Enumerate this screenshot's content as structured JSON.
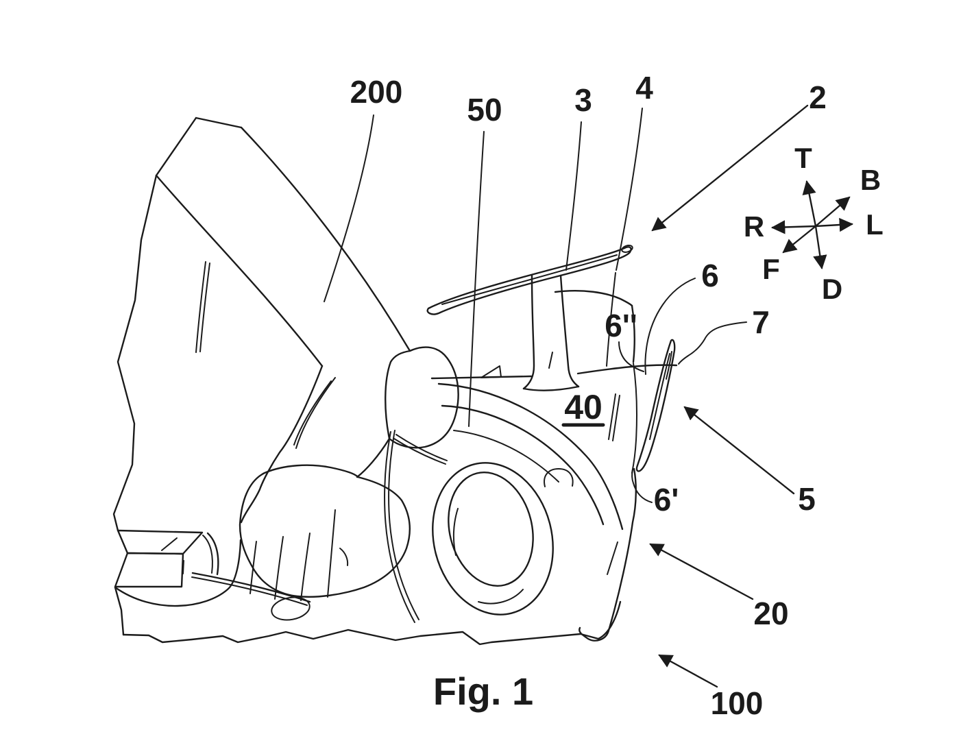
{
  "caption": "Fig. 1",
  "labels": {
    "r200": "200",
    "r50": "50",
    "r3": "3",
    "r4": "4",
    "r2": "2",
    "r6": "6",
    "r6dp": "6''",
    "r7": "7",
    "r40": "40",
    "r6p": "6'",
    "r5": "5",
    "r20": "20",
    "r100": "100"
  },
  "compass": {
    "t": "T",
    "b": "B",
    "l": "L",
    "r": "R",
    "f": "F",
    "d": "D"
  },
  "colors": {
    "ink": "#1b1b1b",
    "background": "#ffffff"
  }
}
